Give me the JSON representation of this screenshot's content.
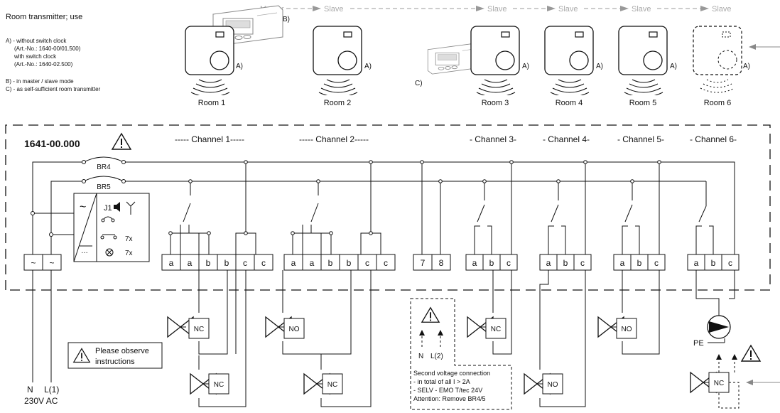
{
  "legend": {
    "title": "Room transmitter; use",
    "a_line1": "A) - without switch clock",
    "a_line2": "(Art.-No.: 1640-00/01.500)",
    "a_line3": "with switch clock",
    "a_line4": "(Art.-No.: 1640-02.500)",
    "b_line": "B) - in master / slave mode",
    "c_line": "C) - as self-sufficient room transmitter"
  },
  "master_slave": {
    "master": "Master",
    "slave": "Slave"
  },
  "rooms": [
    "Room 1",
    "Room 2",
    "Room 3",
    "Room 4",
    "Room 5",
    "Room 6"
  ],
  "marks": {
    "a": "A)",
    "b": "B)",
    "c": "C)"
  },
  "module": {
    "article": "1641-00.000",
    "channels": [
      "----- Channel 1-----",
      "----- Channel 2-----",
      "- Channel 3-",
      "- Channel 4-",
      "- Channel 5-",
      "- Channel 6-"
    ],
    "fuses": [
      "BR4",
      "BR5"
    ],
    "jumper": "J1",
    "leds": "7x",
    "lamps": "7x"
  },
  "terminals": {
    "power": [
      "~",
      "~"
    ],
    "ch1": [
      "a",
      "a",
      "b",
      "b",
      "c",
      "c"
    ],
    "ch2": [
      "a",
      "a",
      "b",
      "b",
      "c",
      "c"
    ],
    "aux": [
      "7",
      "8"
    ],
    "ch3": [
      "a",
      "b",
      "c"
    ],
    "ch4": [
      "a",
      "b",
      "c"
    ],
    "ch5": [
      "a",
      "b",
      "c"
    ],
    "ch6": [
      "a",
      "b",
      "c"
    ]
  },
  "valves": {
    "ch1_top": "NC",
    "ch1_bottom": "NC",
    "ch2_top": "NO",
    "ch2_bottom": "NC",
    "ch3": "NC",
    "ch4": "NO",
    "ch5": "NO",
    "ch6": "NC"
  },
  "pump": "PE",
  "notice": {
    "line1": "Please observe",
    "line2": "instructions"
  },
  "supply": {
    "n": "N",
    "l": "L(1)",
    "voltage": "230V AC"
  },
  "second_voltage": {
    "n": "N",
    "l": "L(2)",
    "line1": "Second voltage connection",
    "line2": "- in total of all I > 2A",
    "line3": "- SELV - EMO T/tec 24V",
    "line4": "Attention: Remove BR4/5"
  }
}
